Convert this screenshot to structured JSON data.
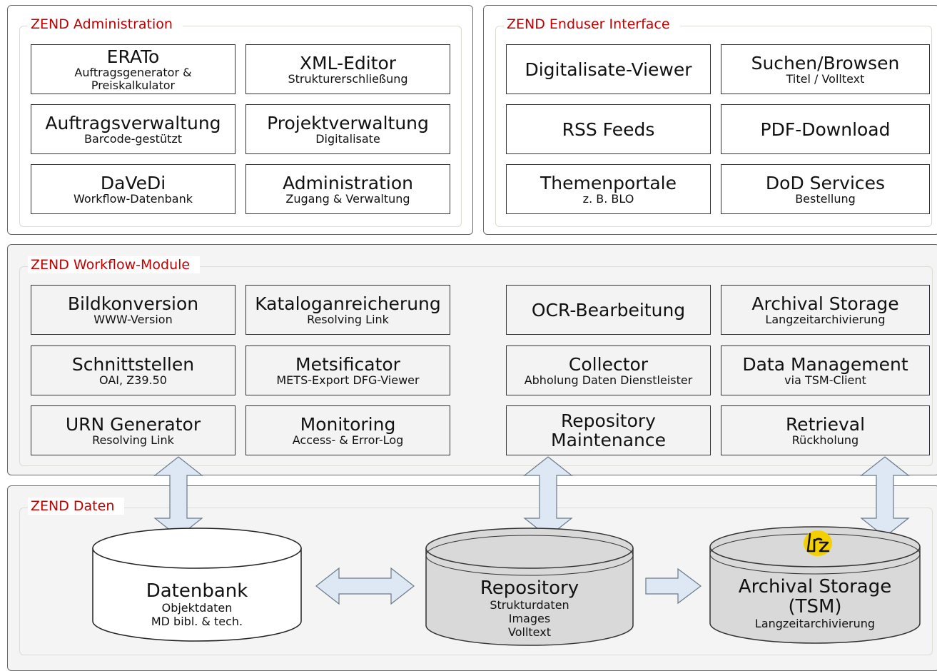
{
  "colors": {
    "title_red": "#c00000",
    "arrow_fill": "#dde8f4",
    "arrow_stroke": "#6a7a8a",
    "db_grey": "#d9d9d9",
    "logo_yellow": "#f5d000"
  },
  "admin": {
    "title": "ZEND Administration",
    "boxes": [
      {
        "title": "ERATo",
        "sub": "Auftragsgenerator &",
        "sub2": "Preiskalkulator"
      },
      {
        "title": "XML-Editor",
        "sub": "Strukturerschließung"
      },
      {
        "title": "Auftragsverwaltung",
        "sub": "Barcode-gestützt"
      },
      {
        "title": "Projektverwaltung",
        "sub": "Digitalisate"
      },
      {
        "title": "DaVeDi",
        "sub": "Workflow-Datenbank"
      },
      {
        "title": "Administration",
        "sub": "Zugang & Verwaltung"
      }
    ]
  },
  "enduser": {
    "title": "ZEND Enduser Interface",
    "boxes": [
      {
        "title": "Digitalisate-Viewer"
      },
      {
        "title": "Suchen/Browsen",
        "sub": "Titel / Volltext"
      },
      {
        "title": "RSS Feeds"
      },
      {
        "title": "PDF-Download"
      },
      {
        "title": "Themenportale",
        "sub": "z. B. BLO"
      },
      {
        "title": "DoD Services",
        "sub": "Bestellung"
      }
    ]
  },
  "workflow": {
    "title": "ZEND Workflow-Module",
    "boxes": [
      {
        "title": "Bildkonversion",
        "sub": "WWW-Version"
      },
      {
        "title": "Kataloganreicherung",
        "sub": "Resolving Link"
      },
      {
        "title": "OCR-Bearbeitung"
      },
      {
        "title": "Archival Storage",
        "sub": "Langzeitarchivierung"
      },
      {
        "title": "Schnittstellen",
        "sub": "OAI, Z39.50"
      },
      {
        "title": "Metsificator",
        "sub": "METS-Export DFG-Viewer"
      },
      {
        "title": "Collector",
        "sub": "Abholung Daten Dienstleister"
      },
      {
        "title": "Data Management",
        "sub": "via TSM-Client"
      },
      {
        "title": "URN Generator",
        "sub": "Resolving Link"
      },
      {
        "title": "Monitoring",
        "sub": "Access- & Error-Log"
      },
      {
        "title": "Repository",
        "title2": "Maintenance"
      },
      {
        "title": "Retrieval",
        "sub": "Rückholung"
      }
    ]
  },
  "daten": {
    "title": "ZEND Daten",
    "databases": [
      {
        "title": "Datenbank",
        "lines": [
          "Objektdaten",
          "MD bibl. & tech."
        ]
      },
      {
        "title": "Repository",
        "lines": [
          "Strukturdaten",
          "Images",
          "Volltext"
        ]
      },
      {
        "title": "Archival Storage",
        "title2": "(TSM)",
        "lines": [
          "Langzeitarchivierung"
        ],
        "logo": "lrz"
      }
    ]
  }
}
